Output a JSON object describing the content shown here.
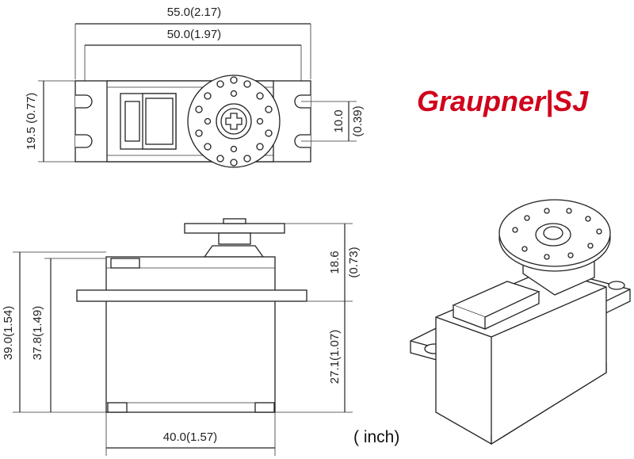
{
  "brand": {
    "logo": "Graupner|SJ",
    "color": "#d0021b"
  },
  "units_note": "( inch)",
  "dimensions": {
    "top_width_total": "55.0(2.17)",
    "top_width_holes": "50.0(1.97)",
    "top_height": "19.5 (0.77)",
    "top_hole_spacing": "10.0",
    "top_hole_spacing_in": "(0.39)",
    "side_height_total": "39.0(1.54)",
    "side_height_body": "37.8(1.49)",
    "side_upper": "18.6",
    "side_upper_in": "(0.73)",
    "side_lower": "27.1(1.07)",
    "side_width": "40.0(1.57)"
  }
}
